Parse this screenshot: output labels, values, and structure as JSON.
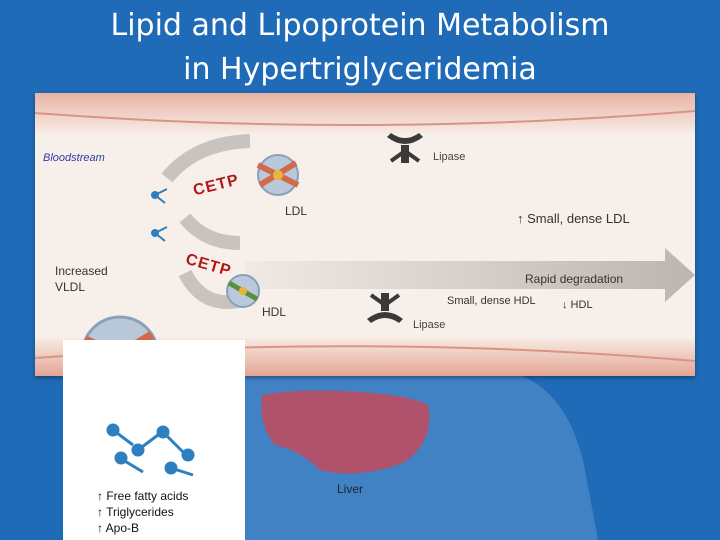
{
  "title": {
    "line1": "Lipid and Lipoprotein Metabolism",
    "line2": "in Hypertriglyceridemia"
  },
  "panel": {
    "bloodstream": "Bloodstream",
    "increased_vldl_line1": "Increased",
    "increased_vldl_line2": "VLDL",
    "cetp_top": "CETP",
    "cetp_bottom": "CETP",
    "ldl": "LDL",
    "hdl": "HDL",
    "lipase_top": "Lipase",
    "lipase_bottom": "Lipase",
    "small_dense_ldl": "↑ Small, dense LDL",
    "rapid_degradation": "Rapid degradation",
    "small_dense_hdl": "Small, dense HDL",
    "hdl_down": "↓ HDL"
  },
  "inset": {
    "items": [
      "↑ Free fatty acids",
      "↑ Triglycerides",
      "↑ Apo-B"
    ]
  },
  "liver": "Liver",
  "colors": {
    "background": "#1f6bb7",
    "panel": "#f7f0ea",
    "cetp": "#b01a1a",
    "bloodstream": "#2a3ea0",
    "liver": "#c64a5e"
  }
}
